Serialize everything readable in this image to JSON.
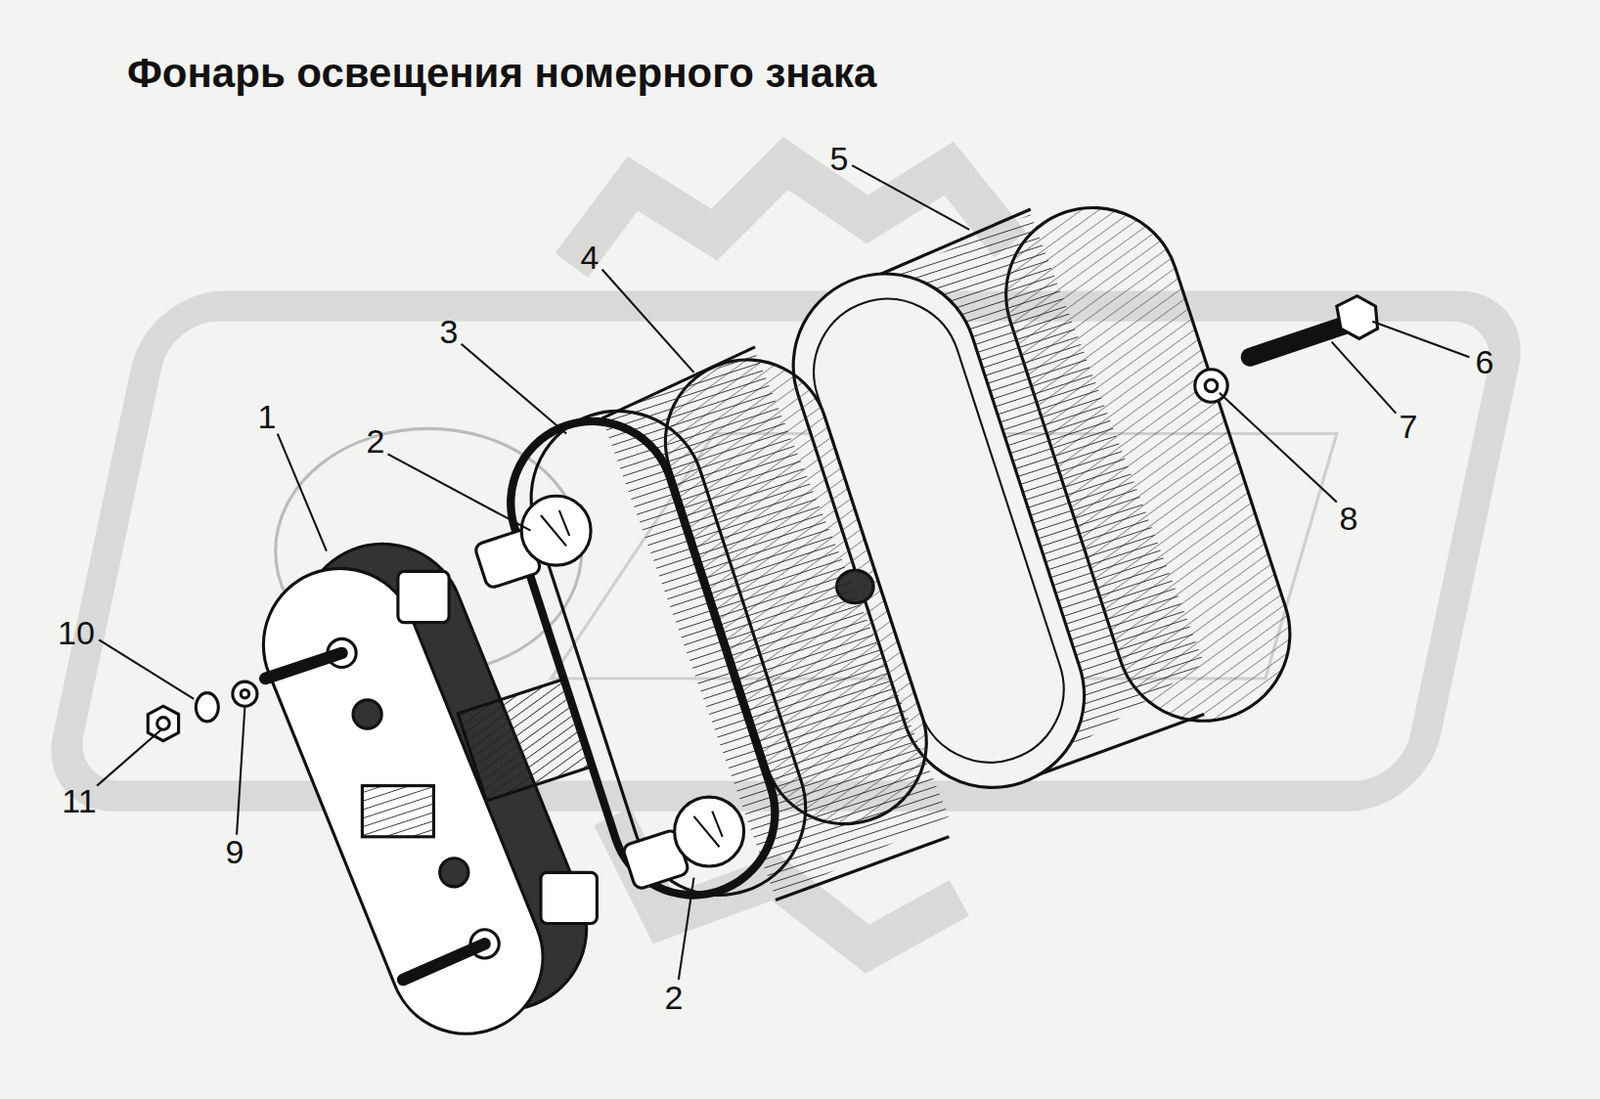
{
  "diagram": {
    "title": "Фонарь освещения номерного знака",
    "labels": [
      "1",
      "2",
      "3",
      "4",
      "5",
      "6",
      "7",
      "8",
      "2",
      "9",
      "10",
      "11"
    ]
  }
}
